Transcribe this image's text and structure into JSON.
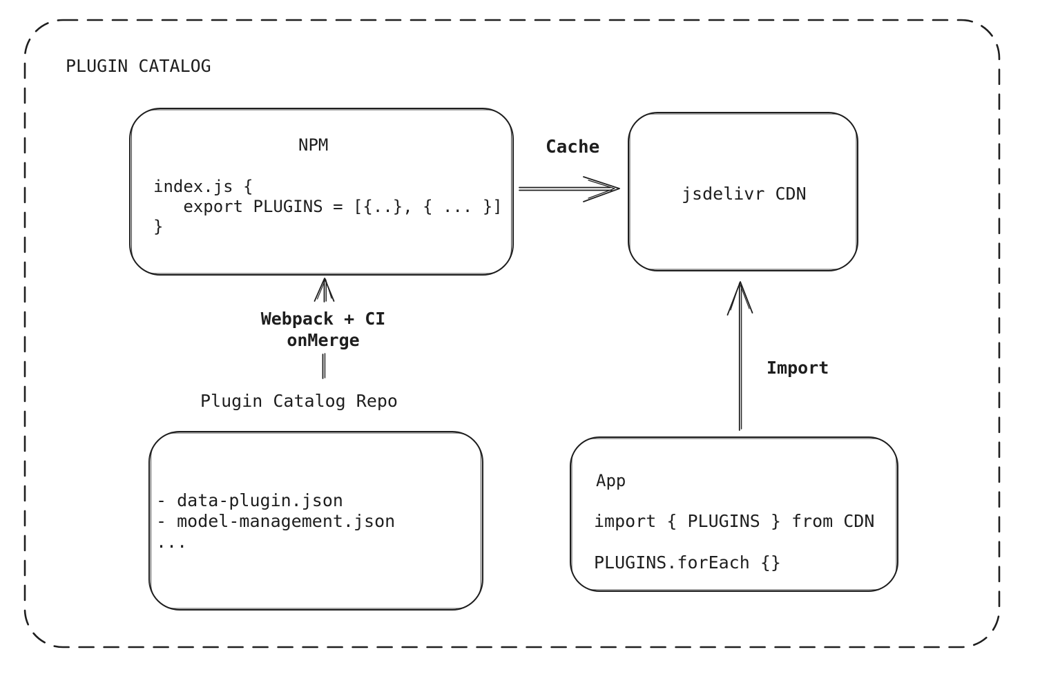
{
  "colors": {
    "ink": "#1e1e1e",
    "background": "#ffffff"
  },
  "frame": {
    "title": "PLUGIN CATALOG"
  },
  "nodes": {
    "npm": {
      "title": "NPM",
      "code": "index.js {\n   export PLUGINS = [{..}, { ... }]\n}"
    },
    "cdn": {
      "label": "jsdelivr CDN"
    },
    "repo": {
      "label": "Plugin Catalog Repo",
      "files": "- data-plugin.json\n- model-management.json\n..."
    },
    "app": {
      "title": "App",
      "code_line_1": "import { PLUGINS } from CDN",
      "code_line_2": "PLUGINS.forEach {}"
    }
  },
  "edges": {
    "cache": {
      "label": "Cache",
      "from": "npm",
      "to": "cdn"
    },
    "build": {
      "label": "Webpack + CI\nonMerge",
      "from": "repo",
      "to": "npm"
    },
    "import": {
      "label": "Import",
      "from": "app",
      "to": "cdn"
    }
  }
}
